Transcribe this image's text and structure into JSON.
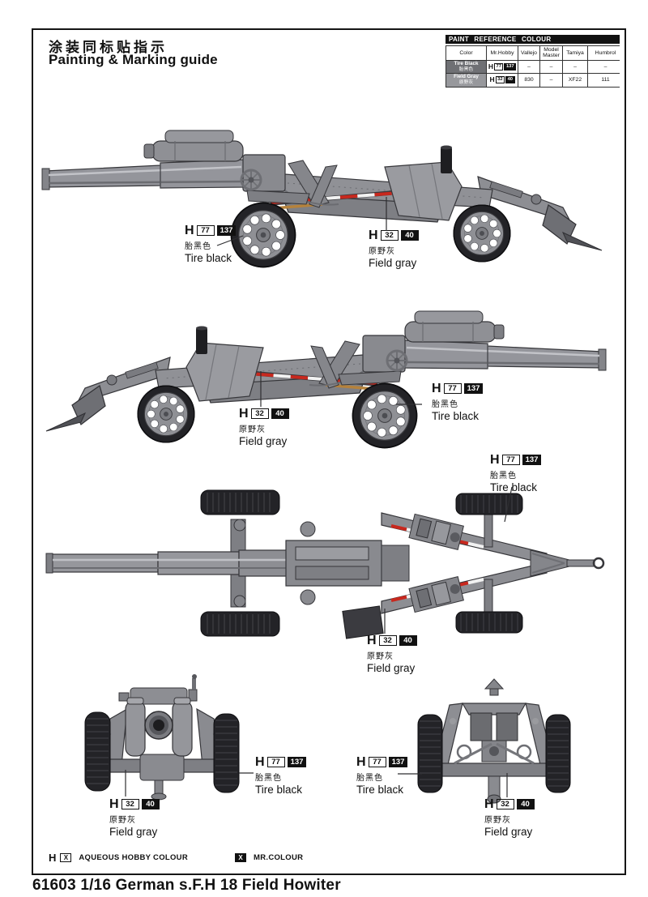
{
  "page": {
    "title_cn": "涂装同标贴指示",
    "title_en": "Painting & Marking guide",
    "footer_title": "61603 1/16 German s.F.H 18 Field Howiter"
  },
  "paint_table": {
    "title": "PAINT REFERENCE COLOUR",
    "columns": [
      "Color",
      "Mr.Hobby",
      "Vallejo",
      "Model Master",
      "Tamiya",
      "Humbrol"
    ],
    "rows": [
      {
        "name_en": "Tire Black",
        "name_cn": "胎黑色",
        "swatch": "#6f7074",
        "prefix": "H",
        "aqueous": "77",
        "mr_colour": "137",
        "vallejo": "–",
        "model_master": "–",
        "tamiya": "–",
        "humbrol": "–"
      },
      {
        "name_en": "Field Gray",
        "name_cn": "原野灰",
        "swatch": "#97989c",
        "prefix": "H",
        "aqueous": "32",
        "mr_colour": "40",
        "vallejo": "830",
        "model_master": "–",
        "tamiya": "XF22",
        "humbrol": "111"
      }
    ]
  },
  "callouts": {
    "tire_black": {
      "prefix": "H",
      "aqueous": "77",
      "mr_colour": "137",
      "cn": "胎黑色",
      "en": "Tire black"
    },
    "field_gray": {
      "prefix": "H",
      "aqueous": "32",
      "mr_colour": "40",
      "cn": "原野灰",
      "en": "Field gray"
    }
  },
  "legend": {
    "aqueous_prefix": "H",
    "aqueous_symbol": "X",
    "aqueous_label": "AQUEOUS HOBBY COLOUR",
    "mr_symbol": "X",
    "mr_label": "MR.COLOUR"
  },
  "colors": {
    "line": "#161616",
    "gun_gray": "#96979c",
    "tire_dark": "#232327",
    "stripe_red": "#c8281e",
    "tire_black_swatch": "#6f7074",
    "field_gray_swatch": "#97989c"
  }
}
